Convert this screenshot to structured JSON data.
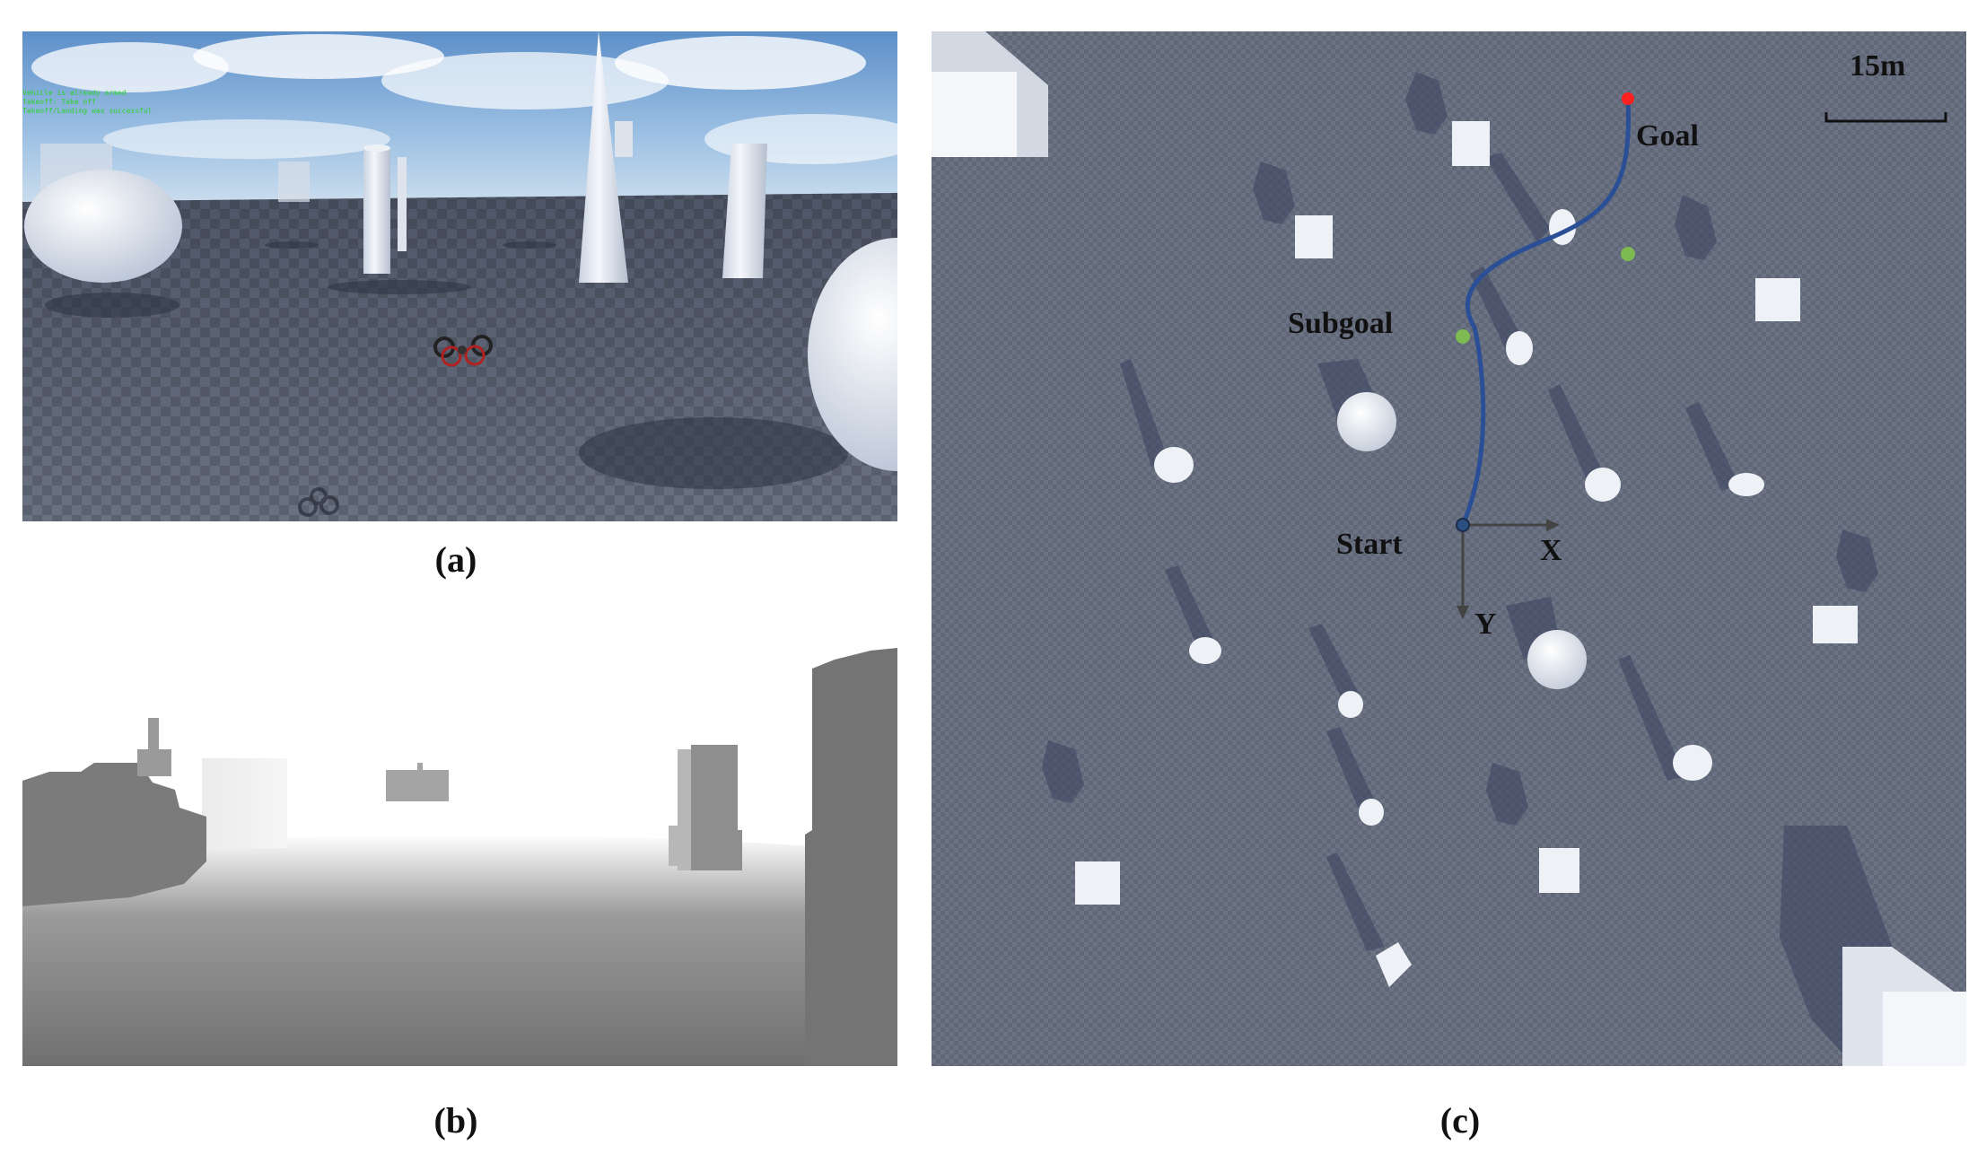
{
  "captions": {
    "a": "(a)",
    "b": "(b)",
    "c": "(c)"
  },
  "sim_log": [
    "Vehicle is already armed",
    "Takeoff: Take off",
    "Takeoff/Landing was successful"
  ],
  "map": {
    "scale_label": "15m",
    "goal_label": "Goal",
    "subgoal_label": "Subgoal",
    "start_label": "Start",
    "x_axis_label": "X",
    "y_axis_label": "Y",
    "colors": {
      "path": "#2b4f96",
      "goal_marker": "#ff2020",
      "subgoal_marker": "#7dbb52",
      "start_marker": "#2b4f80",
      "floor": "#6b7384"
    }
  }
}
